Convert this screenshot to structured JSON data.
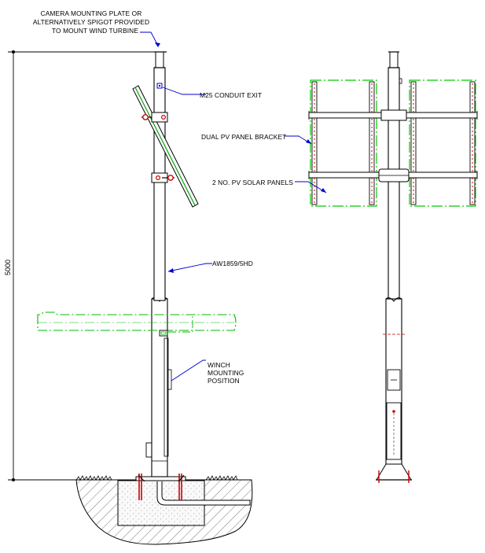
{
  "labels": {
    "camera_line1": "CAMERA MOUNTING PLATE OR",
    "camera_line2": "ALTERNATIVELY SPIGOT PROVIDED",
    "camera_line3": "TO MOUNT WIND TURBINE",
    "conduit": "M25 CONDUIT EXIT",
    "pole": "AW1859/5HD",
    "winch_line1": "WINCH",
    "winch_line2": "MOUNTING",
    "winch_line3": "POSITION",
    "bracket": "DUAL PV PANEL BRACKET",
    "panels": "2 NO. PV SOLAR PANELS"
  },
  "dimension": {
    "height": "5000"
  },
  "colors": {
    "line": "#000000",
    "leader": "#0000cc",
    "panel_outline": "#00cc00",
    "panel_bolt": "#cc0000",
    "hatch": "#555555"
  }
}
